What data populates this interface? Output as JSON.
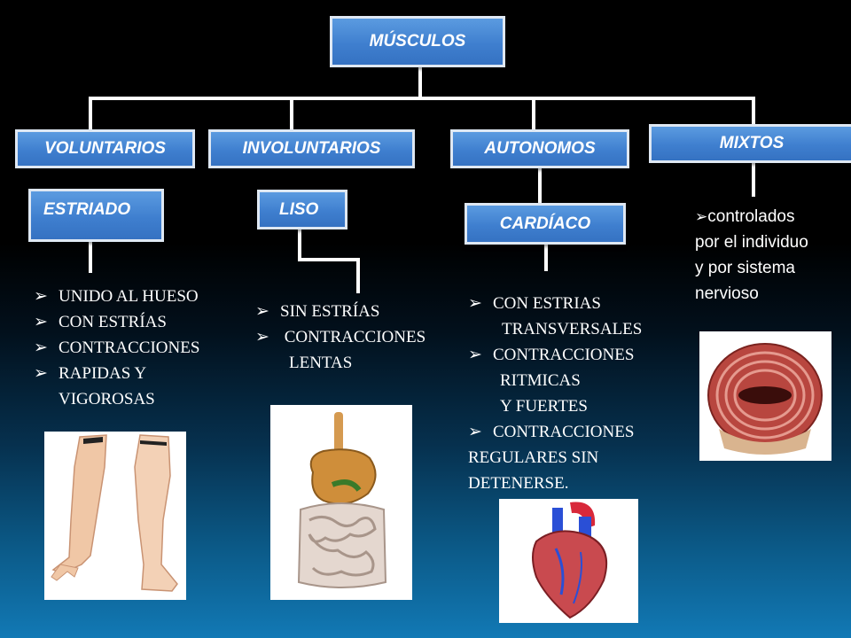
{
  "root": {
    "label": "MÚSCULOS"
  },
  "categories": {
    "voluntarios": "VOLUNTARIOS",
    "involuntarios": "INVOLUNTARIOS",
    "autonomos": "AUTONOMOS",
    "mixtos": "MIXTOS"
  },
  "types": {
    "estriado": "ESTRIADO",
    "liso": "LISO",
    "cardiaco": "CARDÍACO"
  },
  "bullet_glyph": "➢",
  "estriado_points": [
    "UNIDO AL  HUESO",
    "CON ESTRÍAS",
    "CONTRACCIONES",
    "RAPIDAS Y"
  ],
  "estriado_cont": "VIGOROSAS",
  "liso_points": [
    "SIN ESTRÍAS",
    " CONTRACCIONES"
  ],
  "liso_cont": "LENTAS",
  "cardiaco_p1": "CON ESTRIAS",
  "cardiaco_p1_cont": "TRANSVERSALES",
  "cardiaco_p2": "CONTRACCIONES",
  "cardiaco_p2_cont1": "RITMICAS",
  "cardiaco_p2_cont2": "Y FUERTES",
  "cardiaco_p3": "CONTRACCIONES",
  "cardiaco_p3_cont1": "REGULARES SIN",
  "cardiaco_p3_cont2": "DETENERSE.",
  "mixtos_text": [
    "controlados",
    "por el individuo",
    "y por sistema",
    "nervioso"
  ],
  "colors": {
    "box_fill": "#4a8ad6",
    "box_border": "#dfe8f3",
    "text": "#ffffff"
  },
  "images": {
    "arm_leg": "arm-leg-muscle-image",
    "digestive": "digestive-system-image",
    "heart": "heart-image",
    "sphincter": "sphincter-muscle-image"
  }
}
